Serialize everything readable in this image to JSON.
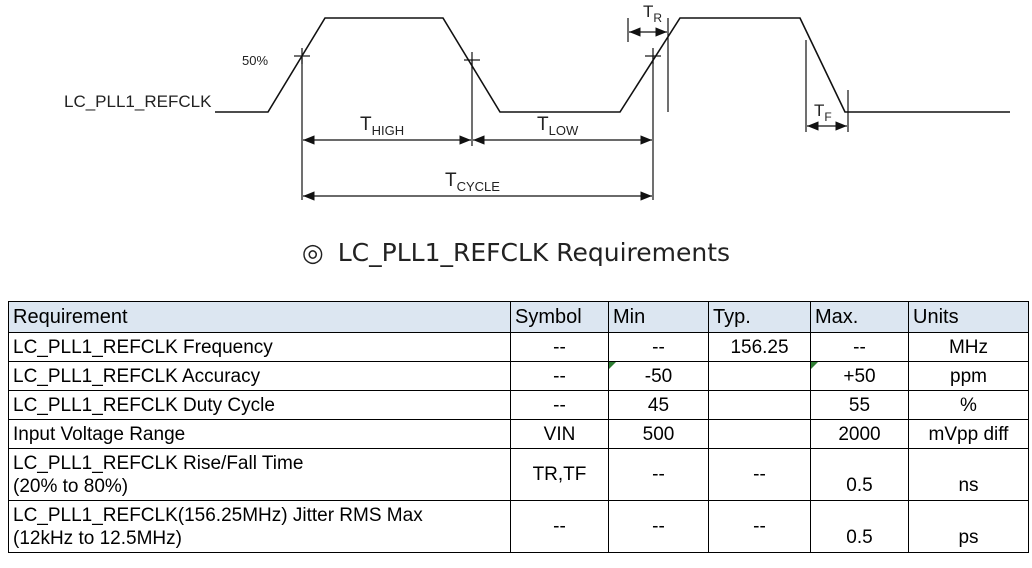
{
  "diagram": {
    "signal_label": "LC_PLL1_REFCLK",
    "threshold_label": "50%",
    "t_high": {
      "base": "T",
      "sub": "HIGH"
    },
    "t_low": {
      "base": "T",
      "sub": "LOW"
    },
    "t_cycle": {
      "base": "T",
      "sub": "CYCLE"
    },
    "t_rise": {
      "base": "T",
      "sub": "R"
    },
    "t_fall": {
      "base": "T",
      "sub": "F"
    }
  },
  "caption": {
    "mark": "◎",
    "text": "LC_PLL1_REFCLK Requirements"
  },
  "table": {
    "headers": [
      "Requirement",
      "Symbol",
      "Min",
      "Typ.",
      "Max.",
      "Units"
    ],
    "rows": [
      {
        "requirement": [
          "LC_PLL1_REFCLK Frequency"
        ],
        "symbol": "--",
        "min": "--",
        "typ": "156.25",
        "max": "--",
        "units": "MHz"
      },
      {
        "requirement": [
          "LC_PLL1_REFCLK Accuracy"
        ],
        "symbol": "--",
        "min": "-50",
        "typ": "",
        "max": "+50",
        "units": "ppm"
      },
      {
        "requirement": [
          "LC_PLL1_REFCLK Duty Cycle"
        ],
        "symbol": "--",
        "min": "45",
        "typ": "",
        "max": "55",
        "units": "%"
      },
      {
        "requirement": [
          "Input Voltage Range"
        ],
        "symbol": "VIN",
        "min": "500",
        "typ": "",
        "max": "2000",
        "units": "mVpp diff"
      },
      {
        "requirement": [
          "LC_PLL1_REFCLK Rise/Fall Time",
          "(20% to 80%)"
        ],
        "symbol": "TR,TF",
        "min": "--",
        "typ": "--",
        "max": "0.5",
        "units": "ns"
      },
      {
        "requirement": [
          "LC_PLL1_REFCLK(156.25MHz) Jitter RMS Max",
          "(12kHz to 12.5MHz)"
        ],
        "symbol": "--",
        "min": "--",
        "typ": "--",
        "max": "0.5",
        "units": "ps"
      }
    ],
    "comment_marker_color": "#2e7d32",
    "header_bg": "#dce6f1"
  }
}
